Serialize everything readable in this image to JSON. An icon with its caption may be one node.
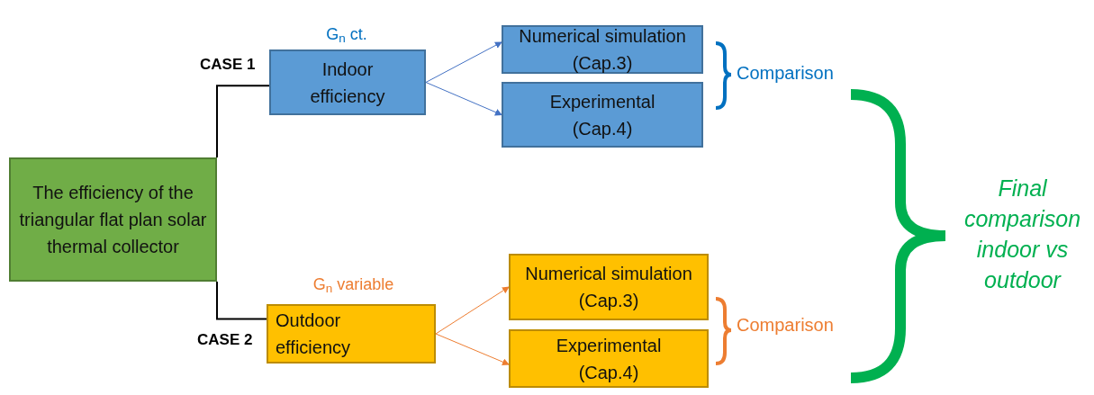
{
  "diagram": {
    "nodes": [
      {
        "text": [
          "The efficiency of the triangular flat plan solar thermal collector"
        ]
      },
      {
        "text": [
          "Indoor efficiency"
        ],
        "beside": [
          "G$_{n}$ ct."
        ]
      },
      {
        "text": [
          "Numerical simulation (Cap.3)"
        ]
      },
      {
        "text": [
          "Experimental (Cap.4)"
        ]
      },
      {
        "text": [
          "Outdoor efficiency"
        ],
        "beside": [
          "G$_{n}$ variable"
        ]
      },
      {
        "text": [
          "Numerical simulation (Cap.3)"
        ]
      },
      {
        "text": [
          "Experimental (Cap.4)"
        ]
      }
    ],
    "edges": [
      {
        "from": 0,
        "to": 1,
        "arrow": "none",
        "label": "CASE 1"
      },
      {
        "from": 0,
        "to": 4,
        "arrow": "none",
        "label": "CASE 2"
      },
      {
        "from": 1,
        "to": 2,
        "arrow": "to",
        "color": "#4472c4"
      },
      {
        "from": 1,
        "to": 3,
        "arrow": "to",
        "color": "#4472c4"
      },
      {
        "from": 4,
        "to": 5,
        "arrow": "to",
        "color": "#ed7d31"
      },
      {
        "from": 4,
        "to": 6,
        "arrow": "to",
        "color": "#ed7d31"
      }
    ],
    "labels": [
      "Comparison",
      "Comparison",
      "Final comparison indoor vs outdoor"
    ]
  }
}
